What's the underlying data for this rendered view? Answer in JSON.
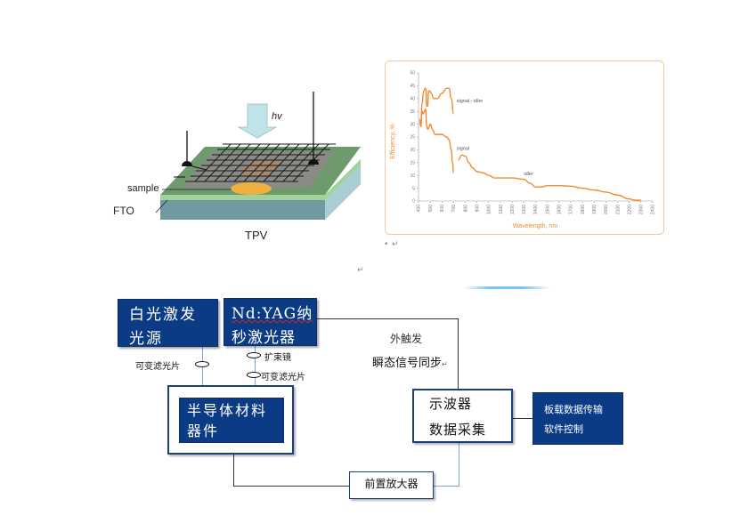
{
  "tpv_figure": {
    "caption": "TPV",
    "light_label": "hv",
    "sample_label": "sample",
    "fto_label": "FTO"
  },
  "paragraph_marks": {
    "bullet": "•",
    "return1": "↵",
    "return2": "↵"
  },
  "colors": {
    "curve": "#f08a2e",
    "navy": "#0c3b86",
    "blue_line": "#7aa6dc"
  },
  "chart_data": {
    "type": "line",
    "title": "",
    "xlabel": "Wavelength, nm",
    "ylabel": "Efficiency, %",
    "xlim": [
      400,
      2400
    ],
    "ylim": [
      0,
      50
    ],
    "x_ticks": [
      400,
      500,
      600,
      700,
      800,
      900,
      1000,
      1100,
      1200,
      1300,
      1400,
      1500,
      1600,
      1700,
      1800,
      1900,
      2000,
      2100,
      2200,
      2300,
      2400
    ],
    "y_ticks": [
      0,
      5,
      10,
      15,
      20,
      25,
      30,
      35,
      40,
      45,
      50
    ],
    "grid": false,
    "series": [
      {
        "name": "signal - idler",
        "x": [
          410,
          420,
          430,
          440,
          445,
          455,
          462,
          470,
          478,
          485,
          495,
          510,
          530,
          560,
          600,
          640,
          660,
          680,
          700
        ],
        "y": [
          31,
          29,
          38,
          42,
          43,
          44,
          44,
          37,
          37,
          43,
          43,
          42,
          40,
          40,
          42,
          44,
          44,
          40,
          34
        ]
      },
      {
        "name": "signal",
        "x": [
          410,
          420,
          430,
          440,
          450,
          460,
          470,
          480,
          490,
          500,
          520,
          540,
          560,
          600,
          640,
          660,
          680,
          690,
          700
        ],
        "y": [
          32,
          30,
          35,
          34,
          35,
          36,
          29,
          28,
          29,
          30,
          28,
          26,
          26,
          26,
          25,
          24,
          20,
          15,
          11
        ]
      },
      {
        "name": "idler",
        "x": [
          740,
          770,
          800,
          830,
          860,
          900,
          950,
          1000,
          1050,
          1100,
          1200,
          1300,
          1350,
          1400,
          1450,
          1500,
          1600,
          1700,
          1800,
          1900,
          2000,
          2100,
          2200,
          2250,
          2300
        ],
        "y": [
          16,
          18,
          17.5,
          15,
          13,
          11.5,
          11,
          10,
          9,
          9,
          9,
          8.5,
          7,
          5.5,
          5.5,
          6,
          6,
          5.8,
          5,
          4.3,
          3.5,
          2.3,
          0.8,
          0.3,
          0.3
        ]
      }
    ],
    "annotations": [
      "signal - idler",
      "signal",
      "idler"
    ]
  },
  "block_diagram": {
    "white_light_source": {
      "line1": "白光激发",
      "line2": "光源"
    },
    "ndyag_laser": {
      "line1": "Nd:YAG纳",
      "line2": "秒激光器"
    },
    "semiconductor_device": {
      "line1": "半导体材料",
      "line2": "器件"
    },
    "oscilloscope": {
      "line1": "示波器",
      "line2": "数据采集"
    },
    "onboard_software": {
      "line1": "板载数据传输",
      "line2": "软件控制"
    },
    "preamplifier": "前置放大器",
    "variable_filter_left": "可变滤光片",
    "beam_expander": "扩束镜",
    "variable_filter_right": "可变滤光片",
    "external_trigger": "外触发",
    "transient_sync": "瞬态信号同步",
    "sync_return_mark": "↵"
  }
}
